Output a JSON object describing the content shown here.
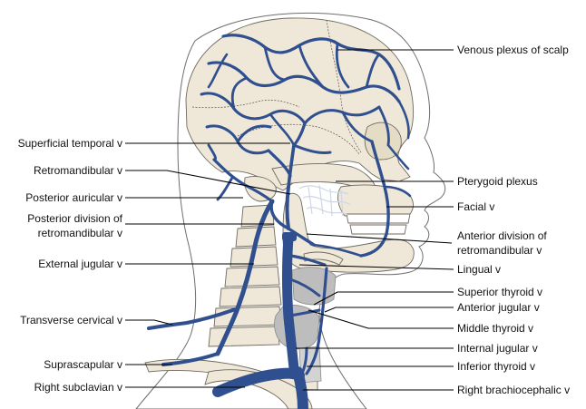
{
  "diagram": {
    "colors": {
      "vein": "#2f4f8f",
      "bone": "#efe8d8",
      "gland": "#bdbdbd",
      "leader": "#000000"
    },
    "labels_left": [
      {
        "id": "superficial-temporal",
        "lines": [
          "Superficial temporal v"
        ]
      },
      {
        "id": "retromandibular",
        "lines": [
          "Retromandibular v"
        ]
      },
      {
        "id": "posterior-auricular",
        "lines": [
          "Posterior auricular v"
        ]
      },
      {
        "id": "posterior-division",
        "lines": [
          "Posterior division of",
          "retromandibular v"
        ]
      },
      {
        "id": "external-jugular",
        "lines": [
          "External jugular v"
        ]
      },
      {
        "id": "transverse-cervical",
        "lines": [
          "Transverse cervical v"
        ]
      },
      {
        "id": "suprascapular",
        "lines": [
          "Suprascapular v"
        ]
      },
      {
        "id": "right-subclavian",
        "lines": [
          "Right subclavian v"
        ]
      }
    ],
    "labels_right": [
      {
        "id": "venous-plexus-scalp",
        "lines": [
          "Venous plexus of scalp"
        ]
      },
      {
        "id": "pterygoid-plexus",
        "lines": [
          "Pterygoid plexus"
        ]
      },
      {
        "id": "facial",
        "lines": [
          "Facial v"
        ]
      },
      {
        "id": "anterior-division",
        "lines": [
          "Anterior division of",
          "retromandibular v"
        ]
      },
      {
        "id": "lingual",
        "lines": [
          "Lingual v"
        ]
      },
      {
        "id": "superior-thyroid",
        "lines": [
          "Superior thyroid v"
        ]
      },
      {
        "id": "anterior-jugular",
        "lines": [
          "Anterior jugular v"
        ]
      },
      {
        "id": "middle-thyroid",
        "lines": [
          "Middle thyroid v"
        ]
      },
      {
        "id": "internal-jugular",
        "lines": [
          "Internal jugular v"
        ]
      },
      {
        "id": "inferior-thyroid",
        "lines": [
          "Inferior thyroid v"
        ]
      },
      {
        "id": "right-brachiocephalic",
        "lines": [
          "Right brachiocephalic v"
        ]
      }
    ]
  }
}
